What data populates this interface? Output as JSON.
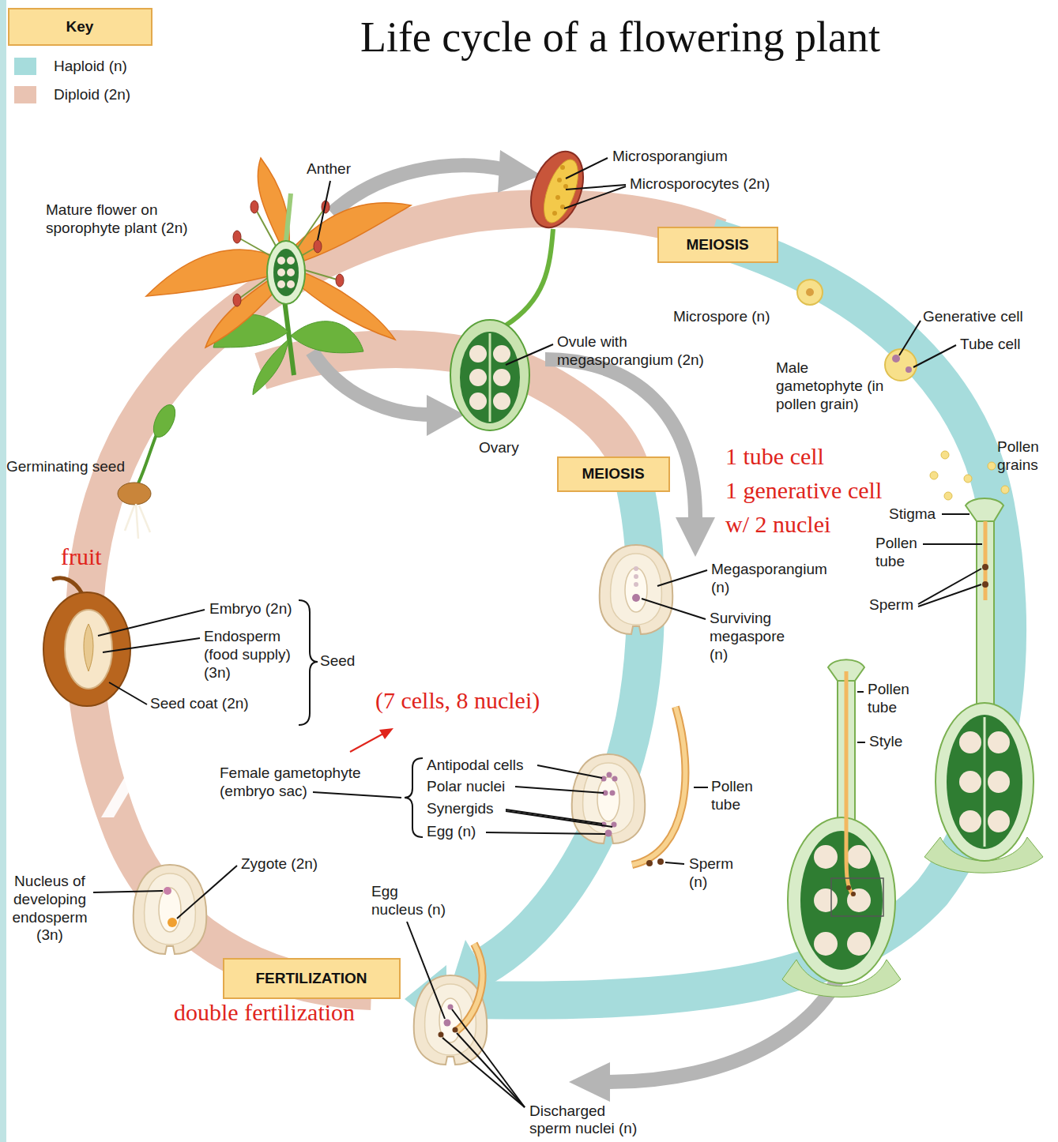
{
  "diagram": {
    "title": "Life cycle of a flowering plant",
    "nodes": [
      {
        "text": [
          "Key"
        ]
      },
      {
        "text": [
          "MEIOSIS"
        ]
      },
      {
        "text": [
          "MEIOSIS"
        ]
      },
      {
        "text": [
          "FERTILIZATION"
        ]
      }
    ],
    "labels": [
      "Anther",
      "Mature flower on sporophyte plant (2n)",
      "Microsporangium",
      "Microsporocytes (2n)",
      "Microspore (n)",
      "Generative cell",
      "Tube cell",
      "Male gametophyte (in pollen grain)",
      "Pollen grains",
      "Ovule with megasporangium (2n)",
      "Ovary",
      "1 tube cell",
      "1 generative cell",
      "w/ 2 nuclei",
      "Germinating seed",
      "fruit",
      "Stigma",
      "Pollen tube",
      "Sperm",
      "Megasporangium (n)",
      "Surviving megaspore (n)",
      "Embryo (2n)",
      "Endosperm (food supply) (3n)",
      "Seed coat (2n)",
      "Seed",
      "(7 cells, 8 nuclei)",
      "Female gametophyte (embryo sac)",
      "Antipodal cells",
      "Polar nuclei",
      "Synergids",
      "Egg (n)",
      "Pollen tube",
      "Style",
      "Pollen tube",
      "Sperm (n)",
      "Zygote (2n)",
      "Nucleus of developing endosperm (3n)",
      "Egg nucleus (n)",
      "double fertilization",
      "Discharged sperm nuclei (n)"
    ],
    "legend": [
      {
        "text": "Haploid (n)",
        "color": "#a6dcdc"
      },
      {
        "text": "Diploid (2n)",
        "color": "#e9c3b2"
      }
    ]
  }
}
